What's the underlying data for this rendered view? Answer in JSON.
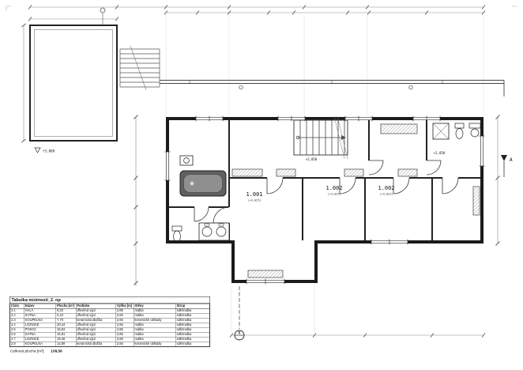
{
  "plan": {
    "rooms": [
      {
        "id": "1.001",
        "sub": "(+4,025)"
      },
      {
        "id": "1.002",
        "sub": "(+4,025)"
      },
      {
        "id": "1.002",
        "sub": "(+4,025)"
      }
    ],
    "elevations": {
      "terrace": "+3,060",
      "stairs": "+2,850",
      "bath": "+2,850"
    },
    "section_a": "A",
    "section_b": "B"
  },
  "table": {
    "title": "Tabulka místností_2. np",
    "headers": [
      "Číslo",
      "Název",
      "Plocha [m²]",
      "Podlaha",
      "Výška [m]",
      "Stěny",
      "Strop"
    ],
    "rows": [
      [
        "2.1",
        "HALA",
        "8,22",
        "dřevěná výpl.",
        "2,85",
        "malba",
        "sdk/malba"
      ],
      [
        "2.2",
        "ŠATNA",
        "5,10",
        "dřevěná výpl.",
        "2,65",
        "malba",
        "sdk/malba"
      ],
      [
        "2.3",
        "KOUPELNA",
        "7,70",
        "keramická dlažba",
        "2,65",
        "keramické obklady",
        "sdk/malba"
      ],
      [
        "2.4",
        "LOŽNICE",
        "20,44",
        "dřevěná výpl.",
        "2,65",
        "malba",
        "sdk/malba"
      ],
      [
        "2.5",
        "POKOJ",
        "16,84",
        "dřevěná výpl.",
        "2,85",
        "malba",
        "sdk/malba"
      ],
      [
        "2.6",
        "ŠATNA",
        "15,91",
        "dřevěná výpl.",
        "2,85",
        "malba",
        "sdk/malba"
      ],
      [
        "2.7",
        "LOŽNICE",
        "19,46",
        "dřevěná výpl.",
        "2,85",
        "malba",
        "sdk/malba"
      ],
      [
        "2.8",
        "KOUPELNA",
        "14,89",
        "keramická dlažba",
        "2,65",
        "keramické obklady",
        "sdk/malba"
      ]
    ],
    "total_label": "Celková plocha [m²]:",
    "total_value": "108,56"
  }
}
